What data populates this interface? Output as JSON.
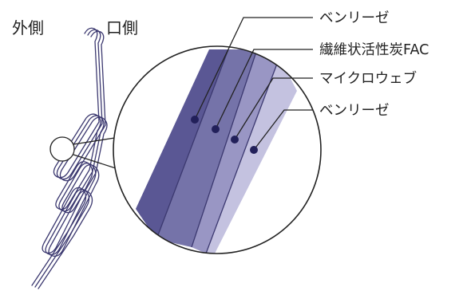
{
  "side_labels": {
    "outer": "外側",
    "mouth": "口側"
  },
  "layers": [
    {
      "label": "ベンリーゼ",
      "color": "#5a5794"
    },
    {
      "label": "繊維状活性炭FAC",
      "color": "#7573a9"
    },
    {
      "label": "マイクロウェブ",
      "color": "#9996c4"
    },
    {
      "label": "ベンリーゼ",
      "color": "#c4c2e0"
    }
  ],
  "colors": {
    "outline": "#3c3970",
    "leader": "#222222",
    "dot": "#22205a"
  }
}
